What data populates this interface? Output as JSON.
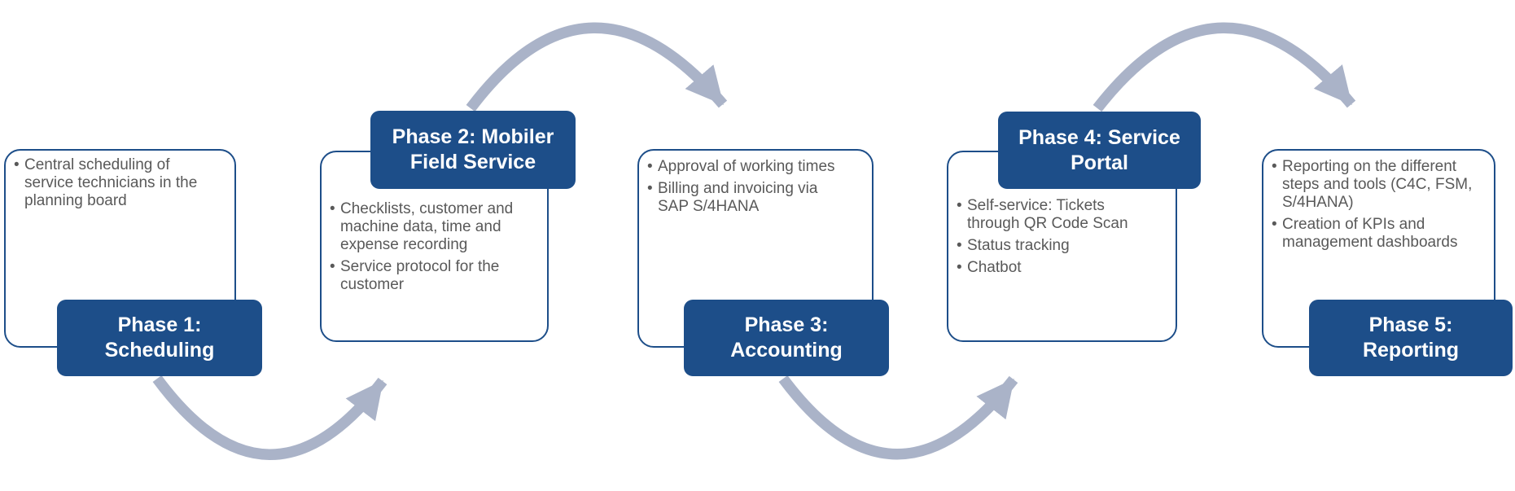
{
  "colors": {
    "primary_blue": "#1d4e89",
    "card_border_blue": "#1d4e89",
    "arrow_gray": "#aab3c8",
    "body_text_gray": "#595959",
    "badge_text": "#ffffff"
  },
  "ui": {
    "bullet_char": "•"
  },
  "phases": [
    {
      "id": "phase-1",
      "title": "Phase 1:\nScheduling",
      "badge_position": "bottom",
      "bullets": [
        "Central scheduling of\nservice technicians in the\nplanning board"
      ]
    },
    {
      "id": "phase-2",
      "title": "Phase 2: Mobiler\nField Service",
      "badge_position": "top",
      "bullets": [
        "Checklists, customer and\nmachine data, time and\nexpense recording",
        "Service protocol for the\ncustomer"
      ]
    },
    {
      "id": "phase-3",
      "title": "Phase 3:\nAccounting",
      "badge_position": "bottom",
      "bullets": [
        "Approval of working times",
        "Billing and invoicing via\nSAP S/4HANA"
      ]
    },
    {
      "id": "phase-4",
      "title": "Phase 4: Service\nPortal",
      "badge_position": "top",
      "bullets": [
        "Self-service: Tickets\nthrough QR Code Scan",
        "Status tracking",
        "Chatbot"
      ]
    },
    {
      "id": "phase-5",
      "title": "Phase 5:\nReporting",
      "badge_position": "bottom",
      "bullets": [
        "Reporting on the different\nsteps and tools (C4C, FSM,\nS/4HANA)",
        "Creation of KPIs and\nmanagement dashboards"
      ]
    }
  ],
  "arrows": [
    {
      "name": "phase1-to-phase2",
      "curve": "bottom",
      "direction": "up-right"
    },
    {
      "name": "phase2-to-phase3",
      "curve": "top",
      "direction": "down-right"
    },
    {
      "name": "phase3-to-phase4",
      "curve": "bottom",
      "direction": "up-right"
    },
    {
      "name": "phase4-to-phase5",
      "curve": "top",
      "direction": "down-right"
    }
  ]
}
